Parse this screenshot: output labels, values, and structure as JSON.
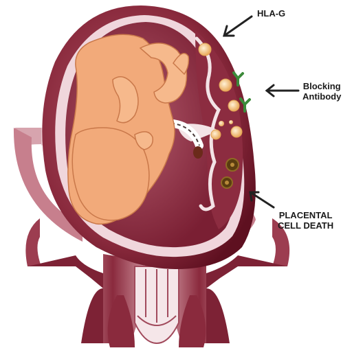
{
  "labels": {
    "hla_g": "HLA-G",
    "blocking_antibody_line1": "Blocking",
    "blocking_antibody_line2": "Antibody",
    "placental_cell_death_line1": "PLACENTAL",
    "placental_cell_death_line2": "CELL DEATH"
  },
  "colors": {
    "uterus_wall_dark": "#6e1628",
    "uterus_wall_mid": "#8a2a3d",
    "amniotic_fluid": "#9a3a4c",
    "cavity_light": "#f2dfe3",
    "fetus_skin": "#f2aa7a",
    "fetus_outline": "#c9784a",
    "antibody_green": "#3c8a3a",
    "hla_g_cell": "#f4c27a",
    "dead_cell": "#6b4a14",
    "arrow": "#222222"
  }
}
